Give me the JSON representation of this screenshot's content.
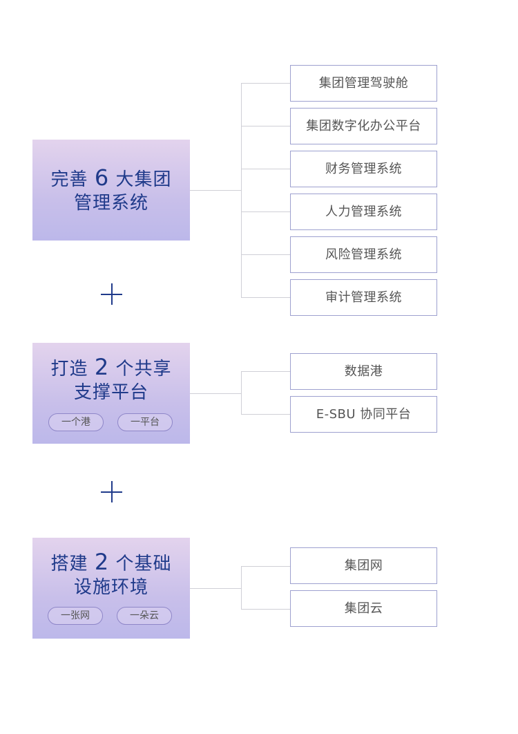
{
  "group1": {
    "title_pre": "完善",
    "title_num": "6",
    "title_post": "大集团",
    "title_line2": "管理系统",
    "items": [
      "集团管理驾驶舱",
      "集团数字化办公平台",
      "财务管理系统",
      "人力管理系统",
      "风险管理系统",
      "审计管理系统"
    ]
  },
  "group2": {
    "title_pre": "打造",
    "title_num": "2",
    "title_post": "个共享",
    "title_line2": "支撑平台",
    "tags": [
      "一个港",
      "一平台"
    ],
    "items": [
      "数据港",
      "E-SBU 协同平台"
    ]
  },
  "group3": {
    "title_pre": "搭建",
    "title_num": "2",
    "title_post": "个基础",
    "title_line2": "设施环境",
    "tags": [
      "一张网",
      "一朵云"
    ],
    "items": [
      "集团网",
      "集团云"
    ]
  },
  "colors": {
    "title": "#1f3a8a",
    "box_border": "#9da0cf",
    "connector": "#cfcfd6"
  }
}
